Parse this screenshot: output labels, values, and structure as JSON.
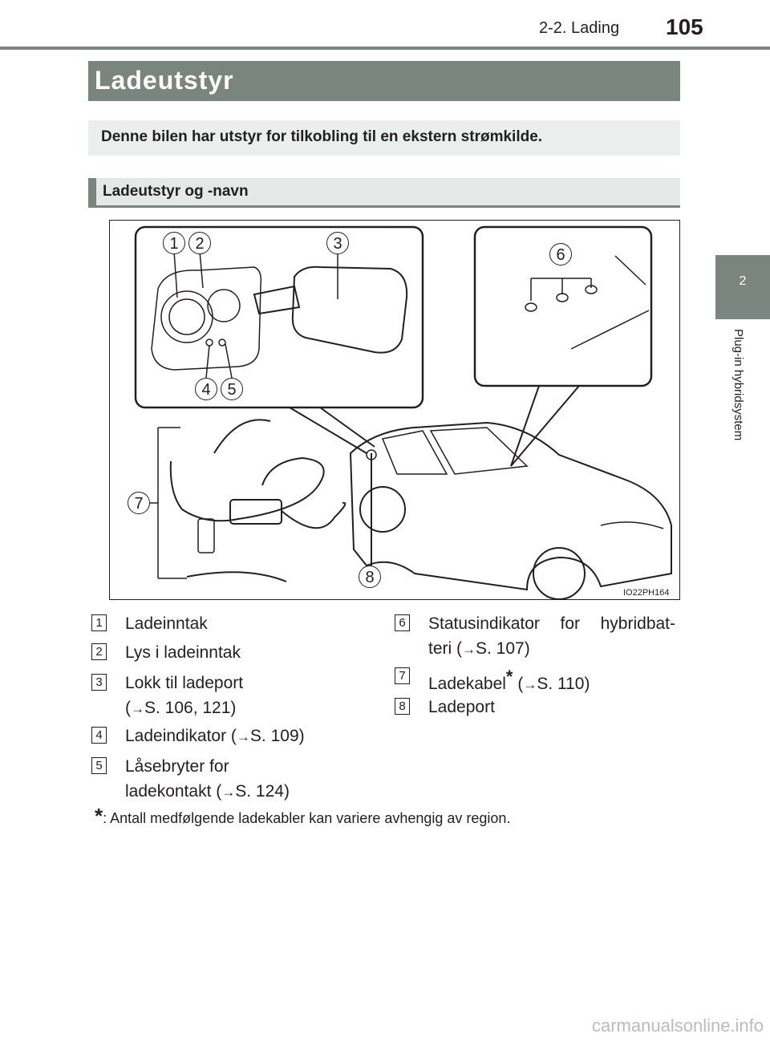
{
  "header": {
    "section": "2-2. Lading",
    "page_number": "105"
  },
  "side_tab": {
    "number": "2",
    "label": "Plug-in hybridsystem"
  },
  "title": "Ladeutstyr",
  "intro": "Denne bilen har utstyr for tilkobling til en ekstern strømkilde.",
  "subheading": "Ladeutstyr og -navn",
  "figure": {
    "code": "IO22PH164",
    "callouts": [
      "1",
      "2",
      "3",
      "4",
      "5",
      "6",
      "7",
      "8"
    ]
  },
  "legend": {
    "arrow": "→",
    "items": [
      {
        "num": "1",
        "line1": "Ladeinntak"
      },
      {
        "num": "2",
        "line1": "Lys i ladeinntak"
      },
      {
        "num": "3",
        "line1": "Lokk til ladeport",
        "line2_pre": "(",
        "line2_ref": "S. 106, 121)"
      },
      {
        "num": "4",
        "line1_pre": "Ladeindikator (",
        "line1_ref": "S. 109)"
      },
      {
        "num": "5",
        "line1": "Låsebryter for",
        "line2_pre": "ladekontakt (",
        "line2_ref": "S. 124)"
      },
      {
        "num": "6",
        "line1": "Statusindikator for hybridbat-",
        "line2_pre": "teri (",
        "line2_ref": "S. 107)"
      },
      {
        "num": "7",
        "line1_pre": "Ladekabel",
        "line1_star": "*",
        "line1_mid": " (",
        "line1_ref": "S. 110)"
      },
      {
        "num": "8",
        "line1": "Ladeport"
      }
    ]
  },
  "footnote": {
    "marker": "*",
    "text": ": Antall medfølgende ladekabler kan variere avhengig av region."
  },
  "watermark": "carmanualsonline.info"
}
